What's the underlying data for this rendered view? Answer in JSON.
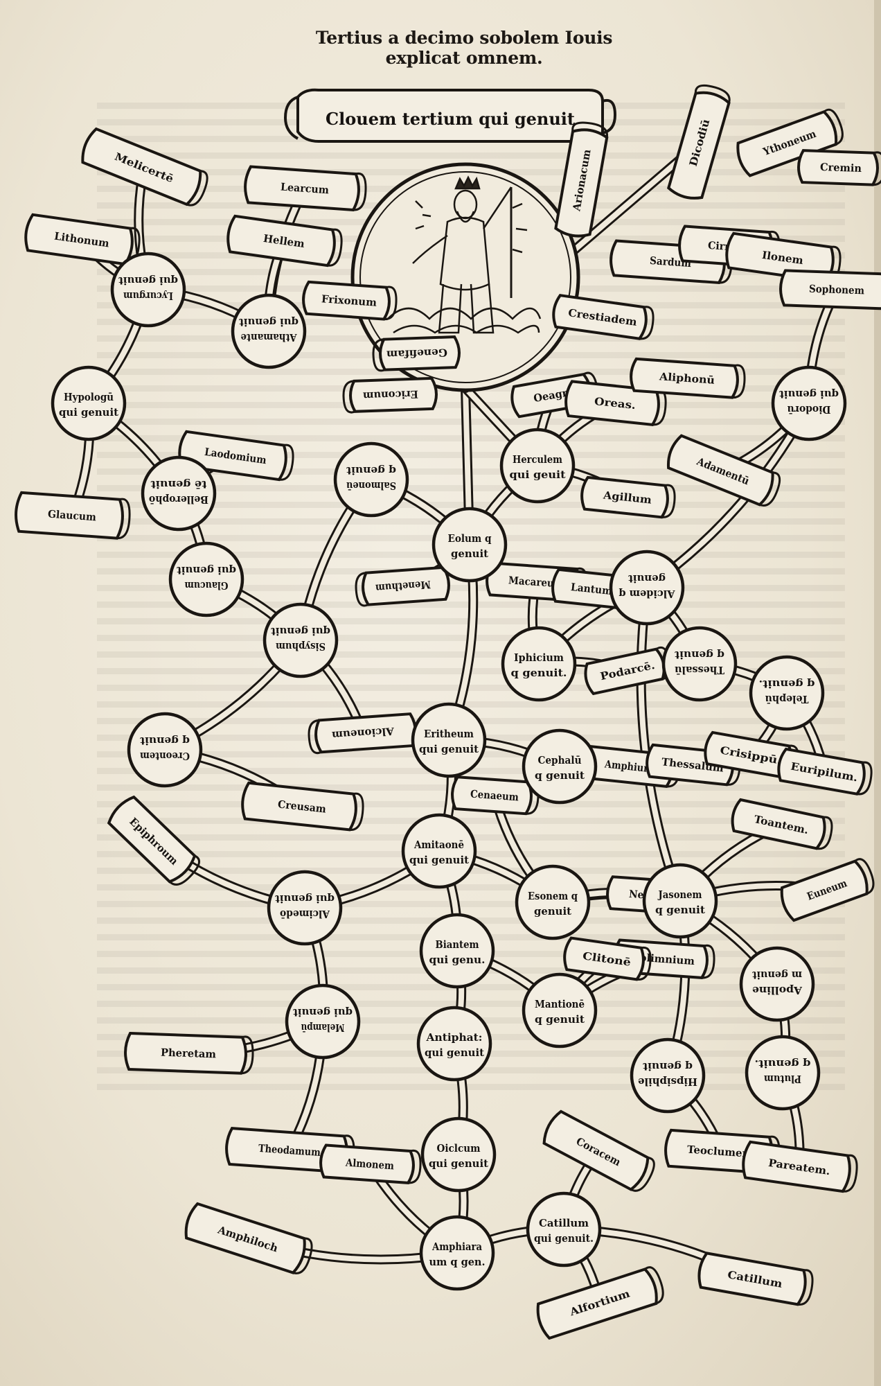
{
  "page": {
    "title": "Tertius a decimo sobolem Iouis explicat omnem."
  },
  "top_banner": "Clouem tertium qui genuit",
  "nodes": [
    {
      "id": "lyc",
      "lines": [
        "Lycurgum",
        "qui genuit"
      ],
      "flip": true
    },
    {
      "id": "atha",
      "lines": [
        "Athamante",
        "qui genuit"
      ],
      "flip": true
    },
    {
      "id": "hypo",
      "lines": [
        "Hypologū",
        "qui genuit"
      ],
      "flip": false
    },
    {
      "id": "bell",
      "lines": [
        "Bellerophō",
        "tē genuit"
      ],
      "flip": true
    },
    {
      "id": "salm",
      "lines": [
        "Salmoneū",
        "q genuit"
      ],
      "flip": true
    },
    {
      "id": "herc",
      "lines": [
        "Herculem",
        "qui geuit"
      ],
      "flip": false
    },
    {
      "id": "eolum",
      "lines": [
        "Eolum q",
        "genuit"
      ],
      "flip": false
    },
    {
      "id": "glau",
      "lines": [
        "Glaucum",
        "qui genuit"
      ],
      "flip": true
    },
    {
      "id": "sisy",
      "lines": [
        "Sisyphum",
        "qui genuit"
      ],
      "flip": true
    },
    {
      "id": "alcid",
      "lines": [
        "Alcidem q",
        "genuit"
      ],
      "flip": true
    },
    {
      "id": "ipheb",
      "lines": [
        "Iphicium",
        "q genuit."
      ],
      "flip": false
    },
    {
      "id": "thes",
      "lines": [
        "Thessalū",
        "q genuit"
      ],
      "flip": true
    },
    {
      "id": "teleph",
      "lines": [
        "Telephū",
        "q genuit."
      ],
      "flip": true
    },
    {
      "id": "erith",
      "lines": [
        "Eritheum",
        "qui genuit"
      ],
      "flip": false
    },
    {
      "id": "creon",
      "lines": [
        "Creontem",
        "q genuit"
      ],
      "flip": true
    },
    {
      "id": "ceph",
      "lines": [
        "Cephalū",
        "q genuit"
      ],
      "flip": false
    },
    {
      "id": "amit",
      "lines": [
        "Amitaonē",
        "qui genuit"
      ],
      "flip": false
    },
    {
      "id": "eson",
      "lines": [
        "Esonem q",
        "genuit"
      ],
      "flip": false
    },
    {
      "id": "jason",
      "lines": [
        "Jasonem",
        "q genuit"
      ],
      "flip": false
    },
    {
      "id": "alcim",
      "lines": [
        "Alcimedō",
        "qui genuit"
      ],
      "flip": true
    },
    {
      "id": "biant",
      "lines": [
        "Biantem",
        "qui genu."
      ],
      "flip": false
    },
    {
      "id": "mant",
      "lines": [
        "Mantionē",
        "q genuit"
      ],
      "flip": false
    },
    {
      "id": "apoll",
      "lines": [
        "Apolline",
        "m genuit"
      ],
      "flip": true
    },
    {
      "id": "melam",
      "lines": [
        "Melampū",
        "qui genuit"
      ],
      "flip": true
    },
    {
      "id": "antip",
      "lines": [
        "Antiphat:",
        "qui genuit"
      ],
      "flip": false
    },
    {
      "id": "hipsip",
      "lines": [
        "Hipsiphile",
        "q genuit"
      ],
      "flip": true
    },
    {
      "id": "plutum",
      "lines": [
        "Plutum",
        "q genuit."
      ],
      "flip": true
    },
    {
      "id": "oicl",
      "lines": [
        "Oiclcum",
        "qui genuit"
      ],
      "flip": false
    },
    {
      "id": "amph",
      "lines": [
        "Amphiara",
        "um q gen."
      ],
      "flip": false
    },
    {
      "id": "catil",
      "lines": [
        "Catillum",
        "qui genuit."
      ],
      "flip": false
    },
    {
      "id": "diodor",
      "lines": [
        "Diodorū",
        "qui genuit"
      ],
      "flip": true
    }
  ],
  "scrolls": [
    {
      "id": "s_learc",
      "text": "Learcum"
    },
    {
      "id": "s_hellem",
      "text": "Hellem"
    },
    {
      "id": "s_melic",
      "text": "Melicertē"
    },
    {
      "id": "s_lithon",
      "text": "Lithonum"
    },
    {
      "id": "s_frixon",
      "text": "Frixonum"
    },
    {
      "id": "s_gen",
      "text": "Genefifam"
    },
    {
      "id": "s_erif",
      "text": "Ericonum"
    },
    {
      "id": "s_oeag",
      "text": "Oeagrū"
    },
    {
      "id": "s_laod",
      "text": "Laodomium"
    },
    {
      "id": "s_glauc",
      "text": "Glaucum"
    },
    {
      "id": "s_mene",
      "text": "Menethum"
    },
    {
      "id": "s_oreas",
      "text": "Oreas."
    },
    {
      "id": "s_agill",
      "text": "Agillum"
    },
    {
      "id": "s_macar",
      "text": "Macareum"
    },
    {
      "id": "s_lantum",
      "text": "Lantum"
    },
    {
      "id": "s_alcion",
      "text": "Alcioneum"
    },
    {
      "id": "s_podarc",
      "text": "Podarcē."
    },
    {
      "id": "s_amphi",
      "text": "Amphium"
    },
    {
      "id": "s_cenae",
      "text": "Cenaeum"
    },
    {
      "id": "s_thess",
      "text": "Thessalum"
    },
    {
      "id": "s_crisip",
      "text": "Crisippū."
    },
    {
      "id": "s_euryp",
      "text": "Euripilum."
    },
    {
      "id": "s_creus",
      "text": "Creusam"
    },
    {
      "id": "s_epiph",
      "text": "Epiphroum"
    },
    {
      "id": "s_toant",
      "text": "Toantem."
    },
    {
      "id": "s_euneum",
      "text": "Euneum"
    },
    {
      "id": "s_neleum",
      "text": "Neleum"
    },
    {
      "id": "s_polim",
      "text": "Polimnium"
    },
    {
      "id": "s_clito",
      "text": "Clitonē"
    },
    {
      "id": "s_pheret",
      "text": "Pheretam"
    },
    {
      "id": "s_theodam",
      "text": "Theodamum"
    },
    {
      "id": "s_almon",
      "text": "Almonem"
    },
    {
      "id": "s_teocl",
      "text": "Teoclumenē"
    },
    {
      "id": "s_coracem",
      "text": "Coracem"
    },
    {
      "id": "s_pareat",
      "text": "Pareatem."
    },
    {
      "id": "s_amphil",
      "text": "Amphiloch"
    },
    {
      "id": "s_catill",
      "text": "Catillum"
    },
    {
      "id": "s_alfort",
      "text": "Alfortium"
    },
    {
      "id": "s_dico",
      "text": "Dicodiū"
    },
    {
      "id": "s_arion",
      "text": "Arionacum"
    },
    {
      "id": "s_crest",
      "text": "Crestiadem"
    },
    {
      "id": "s_yth",
      "text": "Ythoneum"
    },
    {
      "id": "s_cremi",
      "text": "Cremin"
    },
    {
      "id": "s_sard",
      "text": "Sardum"
    },
    {
      "id": "s_cir",
      "text": "Cirnum"
    },
    {
      "id": "s_ilon",
      "text": "Ilonem"
    },
    {
      "id": "s_sopho",
      "text": "Sophonem"
    },
    {
      "id": "s_alipho",
      "text": "Aliphonū"
    },
    {
      "id": "s_adam",
      "text": "Adamentū"
    }
  ]
}
